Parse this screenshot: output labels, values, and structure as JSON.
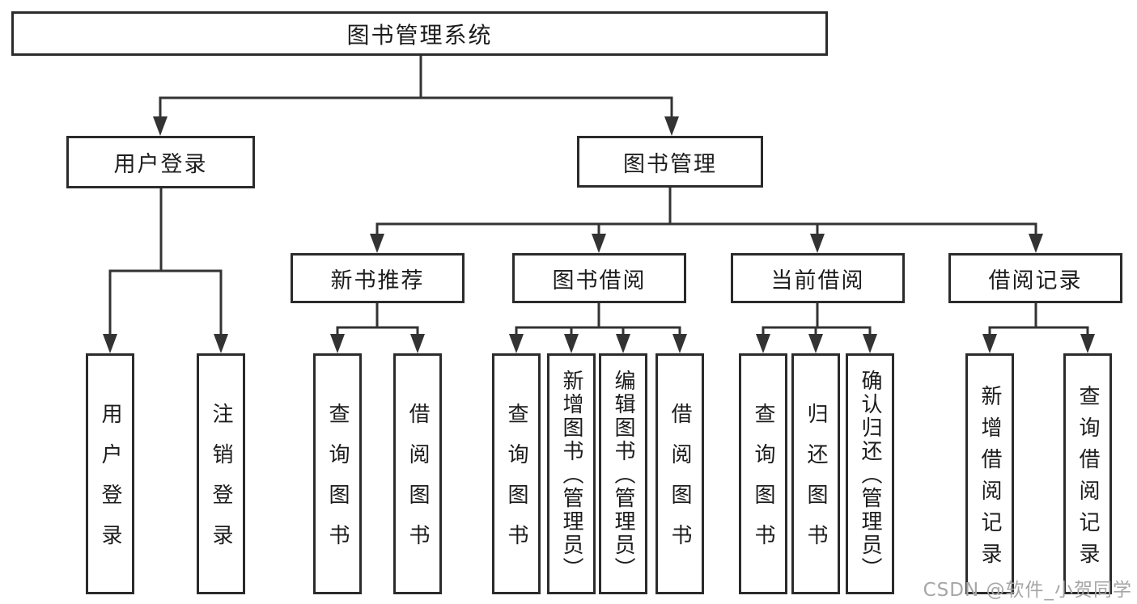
{
  "diagram_type": "hierarchy-tree",
  "nodes": {
    "root": {
      "label": "图书管理系统"
    },
    "level2": {
      "userLogin": {
        "label": "用户登录"
      },
      "bookManagement": {
        "label": "图书管理"
      }
    },
    "level3": {
      "newBookRecommend": {
        "label": "新书推荐"
      },
      "bookBorrowing": {
        "label": "图书借阅"
      },
      "currentBorrowing": {
        "label": "当前借阅"
      },
      "borrowingRecords": {
        "label": "借阅记录"
      }
    },
    "leaves": {
      "userLogin": {
        "label": "用户登录"
      },
      "logout": {
        "label": "注销登录"
      },
      "recommendQueryBooks": {
        "label": "查询图书"
      },
      "recommendBorrowBooks": {
        "label": "借阅图书"
      },
      "borrowingQueryBooks": {
        "label": "查询图书"
      },
      "borrowingAddBooks": {
        "label": "新增图书（管理员）"
      },
      "borrowingEditBooks": {
        "label": "编辑图书（管理员）"
      },
      "borrowingBorrowBooks": {
        "label": "借阅图书"
      },
      "currentQueryBooks": {
        "label": "查询图书"
      },
      "currentReturnBooks": {
        "label": "归还图书"
      },
      "currentConfirmReturn": {
        "label": "确认归还（管理员）"
      },
      "recordsAddRecord": {
        "label": "新增借阅记录"
      },
      "recordsQueryRecord": {
        "label": "查询借阅记录"
      }
    }
  },
  "edges": [
    {
      "from": "图书管理系统",
      "to": [
        "用户登录",
        "图书管理"
      ]
    },
    {
      "from": "用户登录",
      "to": [
        "用户登录",
        "注销登录"
      ]
    },
    {
      "from": "图书管理",
      "to": [
        "新书推荐",
        "图书借阅",
        "当前借阅",
        "借阅记录"
      ]
    },
    {
      "from": "新书推荐",
      "to": [
        "查询图书",
        "借阅图书"
      ]
    },
    {
      "from": "图书借阅",
      "to": [
        "查询图书",
        "新增图书（管理员）",
        "编辑图书（管理员）",
        "借阅图书"
      ]
    },
    {
      "from": "当前借阅",
      "to": [
        "查询图书",
        "归还图书",
        "确认归还（管理员）"
      ]
    },
    {
      "from": "借阅记录",
      "to": [
        "新增借阅记录",
        "查询借阅记录"
      ]
    }
  ],
  "watermark": {
    "text": "CSDN @软件_小贺同学"
  },
  "colors": {
    "line": "#333333",
    "border": "#2b2b2b",
    "text": "#1c1c1c",
    "watermark": "#a6a6a6",
    "background": "#ffffff"
  }
}
